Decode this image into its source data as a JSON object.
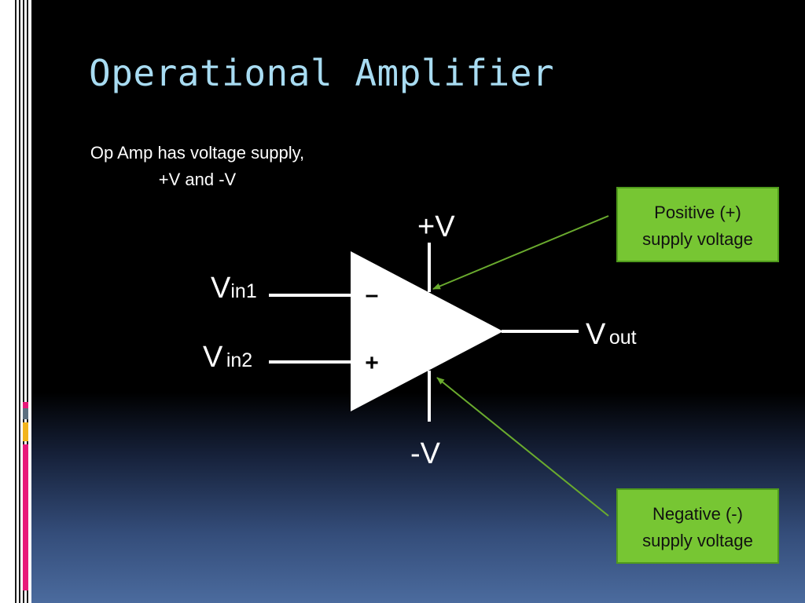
{
  "slide": {
    "title": "Operational Amplifier",
    "subtitle_line1": "Op Amp has voltage supply,",
    "subtitle_line2": "+V and -V"
  },
  "diagram": {
    "supply_positive": "+V",
    "supply_negative": "-V",
    "input1_main": "V",
    "input1_sub": "in1",
    "input2_main": "V",
    "input2_sub": "in2",
    "output_main": "V",
    "output_sub": "out",
    "inverting_sign": "–",
    "noninverting_sign": "+"
  },
  "callouts": {
    "positive_line1": "Positive (+)",
    "positive_line2": "supply voltage",
    "negative_line1": "Negative (-)",
    "negative_line2": "supply voltage"
  },
  "colors": {
    "title": "#a8dcf2",
    "callout_fill": "#77c633",
    "arrow": "#6aab2e",
    "accent_magenta": "#e8197a",
    "accent_gold": "#f2b41c",
    "accent_gray": "#5d6f7f"
  }
}
